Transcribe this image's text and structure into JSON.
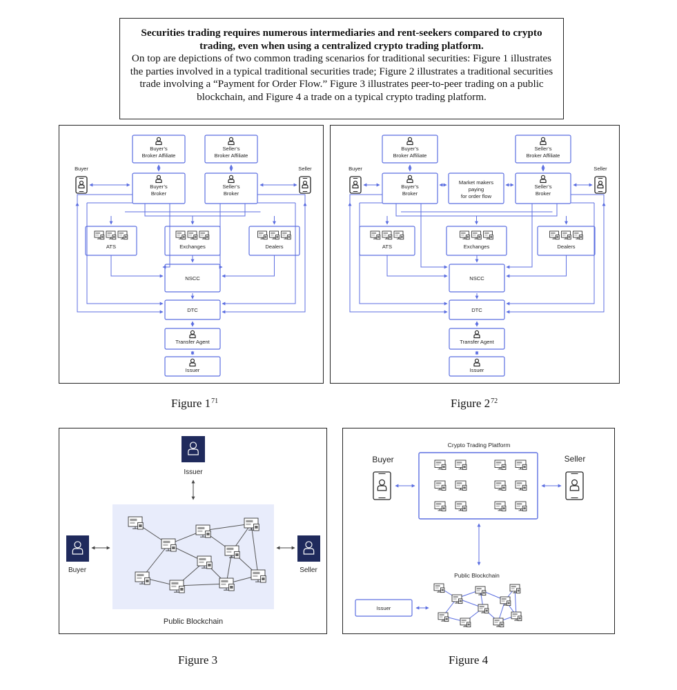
{
  "caption": {
    "heading": "Securities trading requires numerous intermediaries and rent-seekers compared to crypto trading, even when using a centralized crypto trading platform.",
    "body": "On top are depictions of two common trading scenarios for traditional securities: Figure 1 illustrates the parties involved in a typical traditional securities trade; Figure 2 illustrates a traditional securities trade involving a “Payment for Order Flow.” Figure 3 illustrates peer-to-peer trading on a public blockchain, and Figure 4 a trade on a typical crypto trading platform."
  },
  "figure1": {
    "caption": "Figure 1",
    "footnote": "71",
    "nodes": {
      "buyer": "Buyer",
      "seller": "Seller",
      "buyer_affiliate": [
        "Buyer’s",
        "Broker Affiliate"
      ],
      "seller_affiliate": [
        "Seller’s",
        "Broker Affiliate"
      ],
      "buyer_broker": [
        "Buyer’s",
        "Broker"
      ],
      "seller_broker": [
        "Seller’s",
        "Broker"
      ],
      "ats": "ATS",
      "exchanges": "Exchanges",
      "dealers": "Dealers",
      "nscc": "NSCC",
      "dtc": "DTC",
      "transfer_agent": "Transfer Agent",
      "issuer": "Issuer"
    }
  },
  "figure2": {
    "caption": "Figure 2",
    "footnote": "72",
    "nodes": {
      "buyer": "Buyer",
      "seller": "Seller",
      "buyer_affiliate": [
        "Buyer’s",
        "Broker Affiliate"
      ],
      "seller_affiliate": [
        "Seller’s",
        "Broker Affiliate"
      ],
      "buyer_broker": [
        "Buyer’s",
        "Broker"
      ],
      "seller_broker": [
        "Seller’s",
        "Broker"
      ],
      "market_makers": [
        "Market makers",
        "paying",
        "for order flow"
      ],
      "ats": "ATS",
      "exchanges": "Exchanges",
      "dealers": "Dealers",
      "nscc": "NSCC",
      "dtc": "DTC",
      "transfer_agent": "Transfer Agent",
      "issuer": "Issuer"
    }
  },
  "figure3": {
    "caption": "Figure 3",
    "issuer": "Issuer",
    "buyer": "Buyer",
    "seller": "Seller",
    "blockchain": "Public Blockchain"
  },
  "figure4": {
    "caption": "Figure 4",
    "platform": "Crypto Trading Platform",
    "buyer": "Buyer",
    "seller": "Seller",
    "blockchain": "Public Blockchain",
    "issuer": "Issuer"
  },
  "colors": {
    "accent": "#5b6ee1",
    "navy": "#1f2a5c",
    "chain_bg": "#e8ecfb"
  }
}
